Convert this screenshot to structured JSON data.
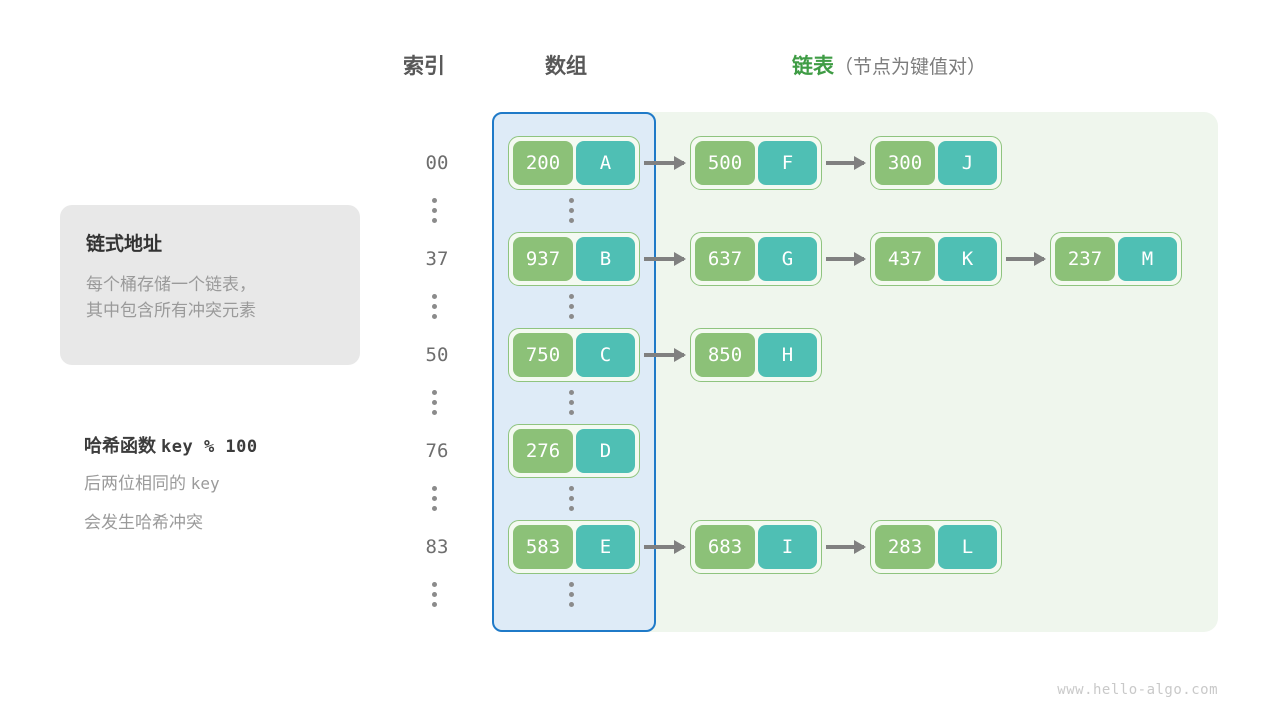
{
  "headers": {
    "index": "索引",
    "array": "数组",
    "list_main": "链表",
    "list_sub": "（节点为键值对）"
  },
  "note_card": {
    "title": "链式地址",
    "line1": "每个桶存储一个链表，",
    "line2": "其中包含所有冲突元素"
  },
  "hash_note": {
    "title_cn": "哈希函数",
    "title_code": "key % 100",
    "line1_cn": "后两位相同的",
    "line1_code": "key",
    "line2": "会发生哈希冲突"
  },
  "colors": {
    "key_cell": "#8cc178",
    "value_cell": "#4fbfb4",
    "node_border": "#8fc47f",
    "array_panel_bg": "#deebf7",
    "array_panel_border": "#1f7ac8",
    "list_panel_bg": "#eff6ed",
    "accent_green": "#3f9c45",
    "arrow": "#808080"
  },
  "rows": [
    {
      "index": "00",
      "bucket": {
        "key": "200",
        "value": "A"
      },
      "chain": [
        {
          "key": "500",
          "value": "F"
        },
        {
          "key": "300",
          "value": "J"
        }
      ]
    },
    {
      "index": "37",
      "bucket": {
        "key": "937",
        "value": "B"
      },
      "chain": [
        {
          "key": "637",
          "value": "G"
        },
        {
          "key": "437",
          "value": "K"
        },
        {
          "key": "237",
          "value": "M"
        }
      ]
    },
    {
      "index": "50",
      "bucket": {
        "key": "750",
        "value": "C"
      },
      "chain": [
        {
          "key": "850",
          "value": "H"
        }
      ]
    },
    {
      "index": "76",
      "bucket": {
        "key": "276",
        "value": "D"
      },
      "chain": []
    },
    {
      "index": "83",
      "bucket": {
        "key": "583",
        "value": "E"
      },
      "chain": [
        {
          "key": "683",
          "value": "I"
        },
        {
          "key": "283",
          "value": "L"
        }
      ]
    }
  ],
  "footer": {
    "watermark": "www.hello-algo.com"
  }
}
